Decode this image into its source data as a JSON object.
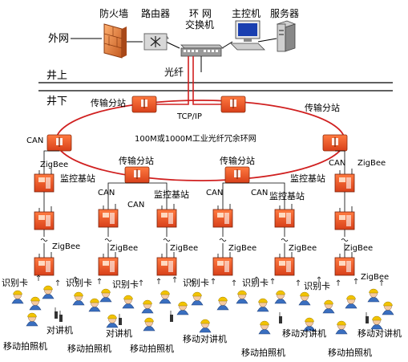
{
  "top": {
    "firewall": "防火墙",
    "router": "路由器",
    "switch_line1": "环 网",
    "switch_line2": "交换机",
    "host": "主控机",
    "server": "服务器",
    "external_network": "外网",
    "fiber": "光纤"
  },
  "levels": {
    "above": "井上",
    "below": "井下"
  },
  "ring": {
    "name": "100M或1000M工业光纤冗余环网",
    "protocol": "TCP/IP"
  },
  "labels": {
    "transmission_station": "传输分站",
    "monitoring_station": "监控基站",
    "can": "CAN",
    "zigbee": "ZigBee",
    "id_card": "识别卡",
    "walkie_talkie": "对讲机",
    "mobile_camera": "移动拍照机",
    "mobile_walkie_talkie": "移动对讲机"
  },
  "colors": {
    "ring": "#d02020",
    "station_fill": "#e84a1e",
    "base_fill": "#f06030",
    "line": "#000000"
  }
}
